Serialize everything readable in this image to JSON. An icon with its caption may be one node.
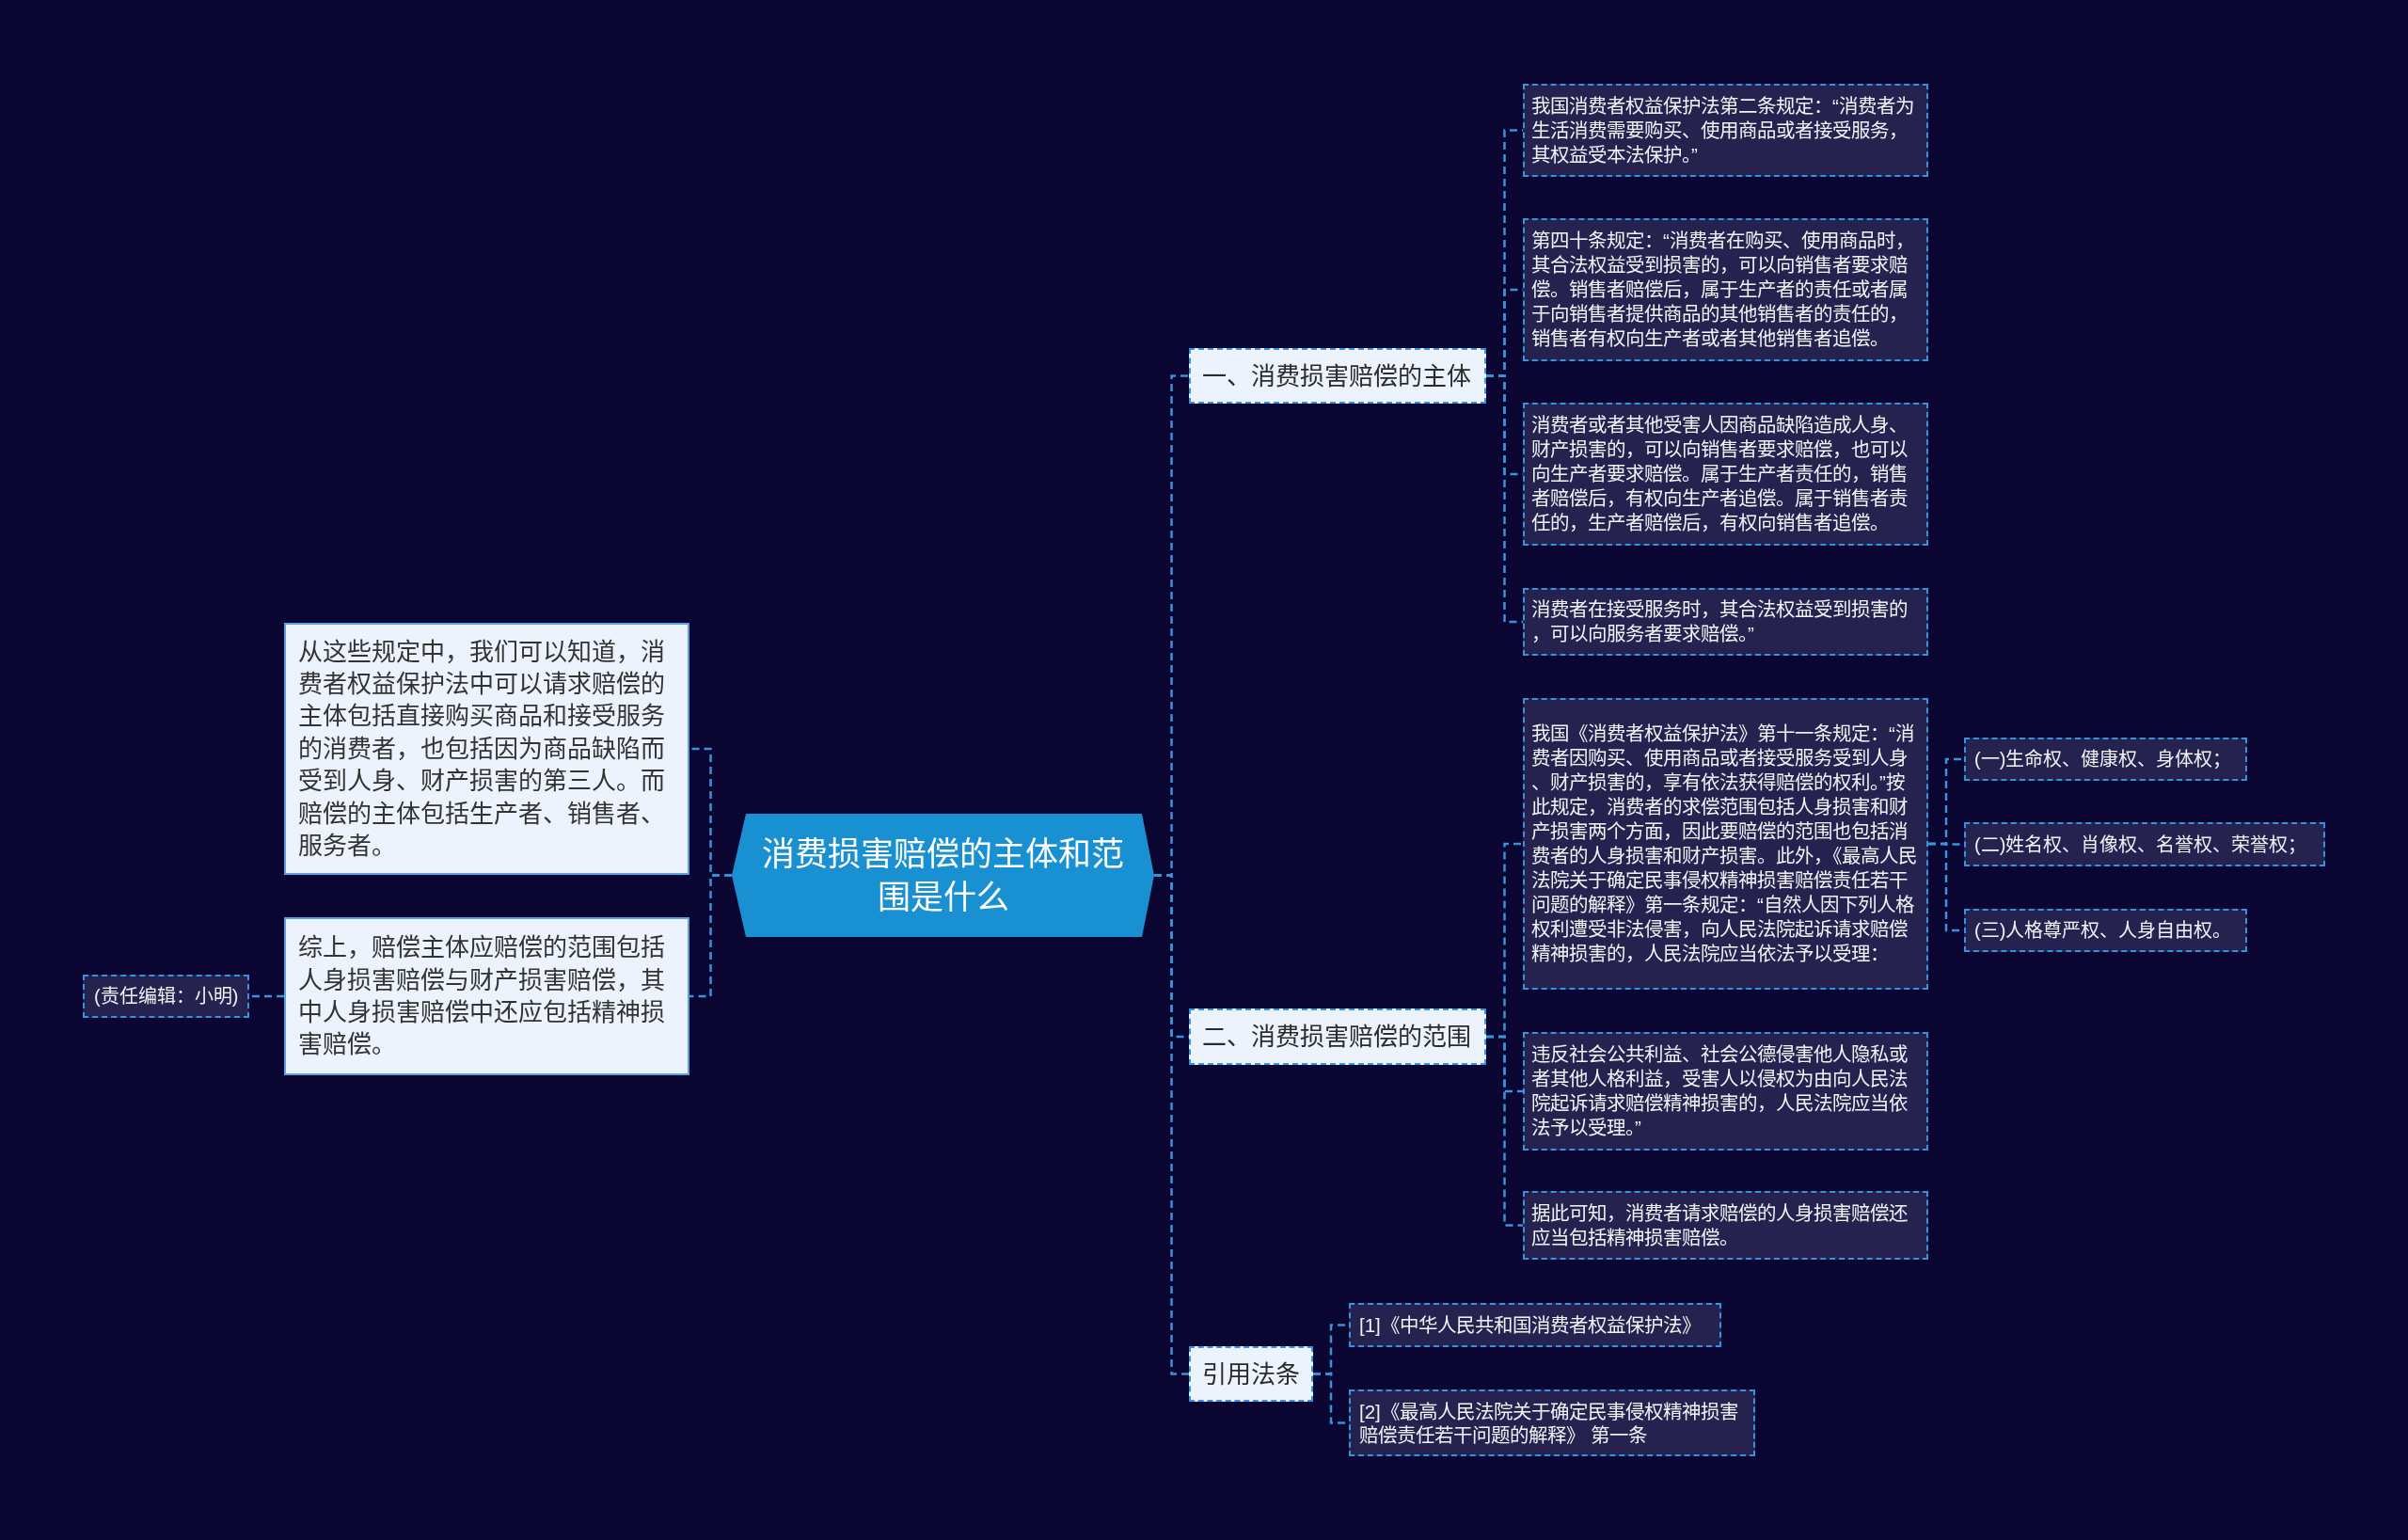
{
  "diagram": {
    "nodes": [
      {
        "text": [
          "消费损害赔偿的主体和范围是什么"
        ]
      },
      {
        "text": [
          "一、消费损害赔偿的主体"
        ]
      },
      {
        "text": [
          "我国消费者权益保护法第二条规定：“消费者为生活消费需要购买、使用商品或者接受服务，其权益受本法保护。”"
        ]
      },
      {
        "text": [
          "第四十条规定：“消费者在购买、使用商品时，其合法权益受到损害的，可以向销售者要求赔偿。销售者赔偿后，属于生产者的责任或者属于向销售者提供商品的其他销售者的责任的，销售者有权向生产者或者其他销售者追偿。"
        ]
      },
      {
        "text": [
          "消费者或者其他受害人因商品缺陷造成人身、财产损害的，可以向销售者要求赔偿，也可以向生产者要求赔偿。属于生产者责任的，销售者赔偿后，有权向生产者追偿。属于销售者责任的，生产者赔偿后，有权向销售者追偿。"
        ]
      },
      {
        "text": [
          "消费者在接受服务时，其合法权益受到损害的，可以向服务者要求赔偿。”"
        ]
      },
      {
        "text": [
          "二、消费损害赔偿的范围"
        ]
      },
      {
        "text": [
          "我国《消费者权益保护法》第十一条规定：“消费者因购买、使用商品或者接受服务受到人身、财产损害的，享有依法获得赔偿的权利。”按此规定，消费者的求偿范围包括人身损害和财产损害两个方面，因此要赔偿的范围也包括消费者的人身损害和财产损害。此外，《最高人民法院关于确定民事侵权精神损害赔偿责任若干问题的解释》第一条规定：“自然人因下列人格权利遭受非法侵害，向人民法院起诉请求赔偿精神损害的，人民法院应当依法予以受理："
        ]
      },
      {
        "text": [
          "(一)生命权、健康权、身体权；"
        ]
      },
      {
        "text": [
          "(二)姓名权、肖像权、名誉权、荣誉权；"
        ]
      },
      {
        "text": [
          "(三)人格尊严权、人身自由权。"
        ]
      },
      {
        "text": [
          "违反社会公共利益、社会公德侵害他人隐私或者其他人格利益，受害人以侵权为由向人民法院起诉请求赔偿精神损害的，人民法院应当依法予以受理。”"
        ]
      },
      {
        "text": [
          "据此可知，消费者请求赔偿的人身损害赔偿还应当包括精神损害赔偿。"
        ]
      },
      {
        "text": [
          "引用法条"
        ]
      },
      {
        "text": [
          "[1]《中华人民共和国消费者权益保护法》"
        ]
      },
      {
        "text": [
          "[2]《最高人民法院关于确定民事侵权精神损害赔偿责任若干问题的解释》 第一条"
        ]
      },
      {
        "text": [
          "从这些规定中，我们可以知道，消费者权益保护法中可以请求赔偿的主体包括直接购买商品和接受服务的消费者，也包括因为商品缺陷而受到人身、财产损害的第三人。而赔偿的主体包括生产者、销售者、服务者。"
        ]
      },
      {
        "text": [
          "综上，赔偿主体应赔偿的范围包括人身损害赔偿与财产损害赔偿，其中人身损害赔偿中还应包括精神损害赔偿。"
        ]
      },
      {
        "text": [
          "(责任编辑：小明)"
        ]
      }
    ],
    "edges": [
      {
        "from": 0,
        "to": 1,
        "arrow": "none"
      },
      {
        "from": 1,
        "to": 2,
        "arrow": "none"
      },
      {
        "from": 1,
        "to": 3,
        "arrow": "none"
      },
      {
        "from": 1,
        "to": 4,
        "arrow": "none"
      },
      {
        "from": 1,
        "to": 5,
        "arrow": "none"
      },
      {
        "from": 0,
        "to": 6,
        "arrow": "none"
      },
      {
        "from": 6,
        "to": 7,
        "arrow": "none"
      },
      {
        "from": 7,
        "to": 8,
        "arrow": "none"
      },
      {
        "from": 7,
        "to": 9,
        "arrow": "none"
      },
      {
        "from": 7,
        "to": 10,
        "arrow": "none"
      },
      {
        "from": 6,
        "to": 11,
        "arrow": "none"
      },
      {
        "from": 6,
        "to": 12,
        "arrow": "none"
      },
      {
        "from": 0,
        "to": 13,
        "arrow": "none"
      },
      {
        "from": 13,
        "to": 14,
        "arrow": "none"
      },
      {
        "from": 13,
        "to": 15,
        "arrow": "none"
      },
      {
        "from": 0,
        "to": 16,
        "arrow": "none"
      },
      {
        "from": 0,
        "to": 17,
        "arrow": "none"
      },
      {
        "from": 17,
        "to": 18,
        "arrow": "none"
      }
    ]
  }
}
